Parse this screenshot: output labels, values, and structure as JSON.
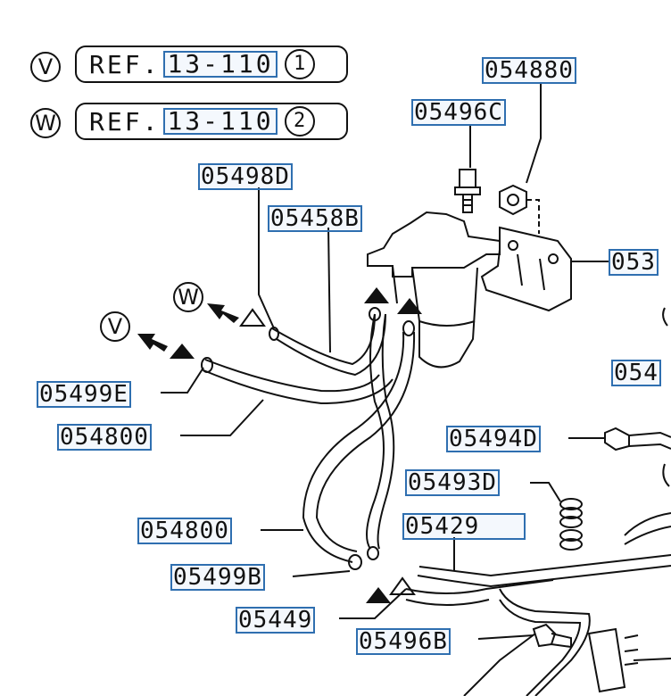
{
  "references": [
    {
      "marker": "V",
      "prefix": "REF.",
      "number": "13-110",
      "index": "1"
    },
    {
      "marker": "W",
      "prefix": "REF.",
      "number": "13-110",
      "index": "2"
    }
  ],
  "arrow_markers": {
    "v": "V",
    "w": "W"
  },
  "callouts": {
    "c054880": "054880",
    "c05496c": "05496C",
    "c05498d": "05498D",
    "c05458b": "05458B",
    "c053": "053",
    "c054": "054",
    "c05499e": "05499E",
    "c054800a": "054800",
    "c05494d": "05494D",
    "c05493d": "05493D",
    "c05429": "05429",
    "c054800b": "054800",
    "c05499b": "05499B",
    "c05449": "05449",
    "c05496b": "05496B"
  },
  "icons": [
    "filled-triangle-icon",
    "hollow-triangle-icon",
    "arrow-icon"
  ]
}
